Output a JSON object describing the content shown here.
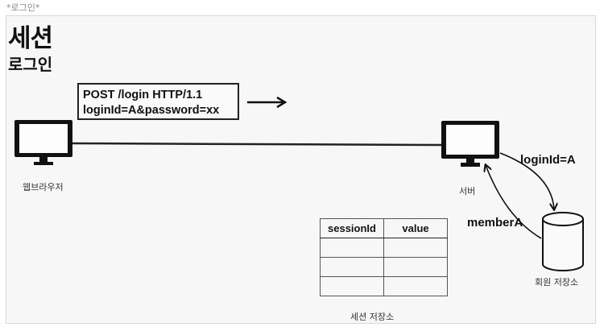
{
  "caption": "*로그인*",
  "title": "세션",
  "subtitle": "로그인",
  "request": {
    "line1": "POST /login HTTP/1.1",
    "line2": "loginId=A&password=xx"
  },
  "nodes": {
    "browser": "웹브라우저",
    "server": "서버",
    "member_store": "회원 저장소",
    "session_store": "세션 저장소"
  },
  "edges": {
    "to_store": "loginId=A",
    "from_store": "memberA"
  },
  "session_table": {
    "headers": [
      "sessionId",
      "value"
    ],
    "rows": [
      [
        "",
        ""
      ],
      [
        "",
        ""
      ],
      [
        "",
        ""
      ]
    ]
  },
  "icons": [
    "monitor-icon",
    "database-icon",
    "arrow-right-icon"
  ]
}
